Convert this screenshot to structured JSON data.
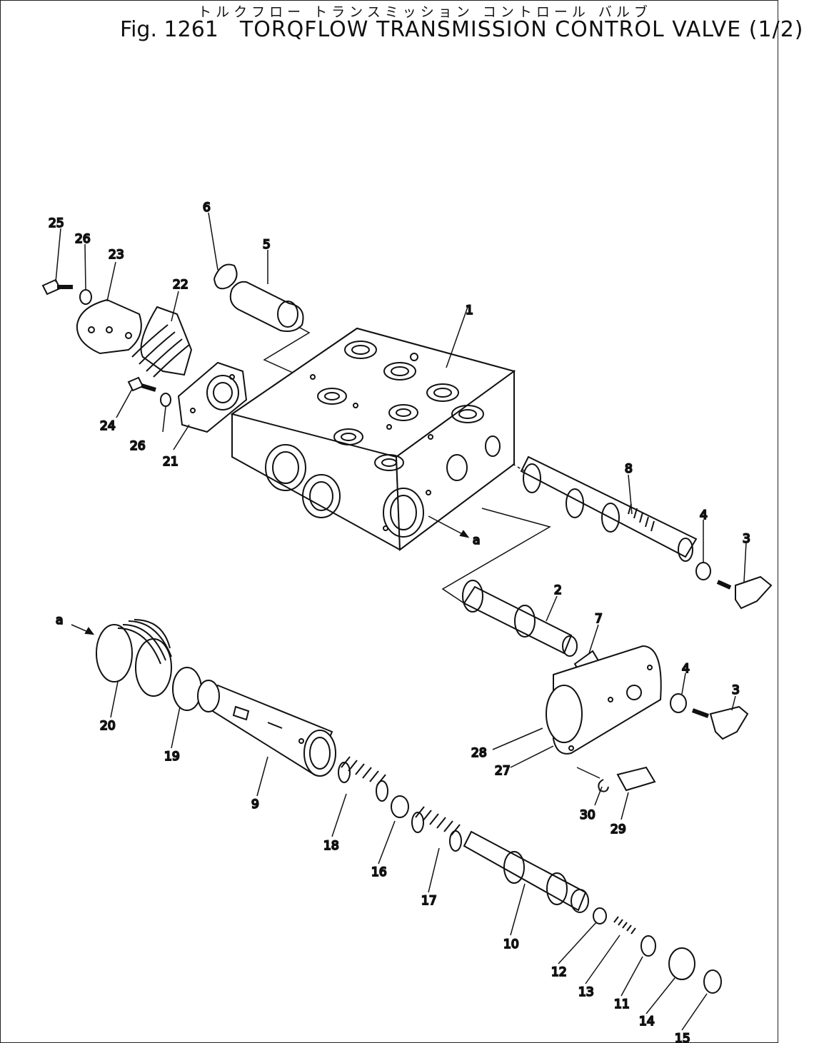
{
  "title": {
    "japanese": "トルクフロー トランスミッション コントロール バルブ",
    "figure_number": "Fig. 1261",
    "name": "TORQFLOW TRANSMISSION CONTROL VALVE (1/2)"
  },
  "callouts": [
    {
      "id": "c1",
      "text": "1"
    },
    {
      "id": "c2",
      "text": "2"
    },
    {
      "id": "c3a",
      "text": "3"
    },
    {
      "id": "c3b",
      "text": "3"
    },
    {
      "id": "c4a",
      "text": "4"
    },
    {
      "id": "c4b",
      "text": "4"
    },
    {
      "id": "c5",
      "text": "5"
    },
    {
      "id": "c6",
      "text": "6"
    },
    {
      "id": "c7",
      "text": "7"
    },
    {
      "id": "c8",
      "text": "8"
    },
    {
      "id": "c9",
      "text": "9"
    },
    {
      "id": "c10",
      "text": "10"
    },
    {
      "id": "c11",
      "text": "11"
    },
    {
      "id": "c12",
      "text": "12"
    },
    {
      "id": "c13",
      "text": "13"
    },
    {
      "id": "c14",
      "text": "14"
    },
    {
      "id": "c15",
      "text": "15"
    },
    {
      "id": "c16",
      "text": "16"
    },
    {
      "id": "c17",
      "text": "17"
    },
    {
      "id": "c18",
      "text": "18"
    },
    {
      "id": "c19",
      "text": "19"
    },
    {
      "id": "c20",
      "text": "20"
    },
    {
      "id": "c21",
      "text": "21"
    },
    {
      "id": "c22",
      "text": "22"
    },
    {
      "id": "c23",
      "text": "23"
    },
    {
      "id": "c24",
      "text": "24"
    },
    {
      "id": "c25",
      "text": "25"
    },
    {
      "id": "c26a",
      "text": "26"
    },
    {
      "id": "c26b",
      "text": "26"
    },
    {
      "id": "c27",
      "text": "27"
    },
    {
      "id": "c28",
      "text": "28"
    },
    {
      "id": "c29",
      "text": "29"
    },
    {
      "id": "c30",
      "text": "30"
    },
    {
      "id": "ca1",
      "text": "a"
    },
    {
      "id": "ca2",
      "text": "a"
    }
  ]
}
